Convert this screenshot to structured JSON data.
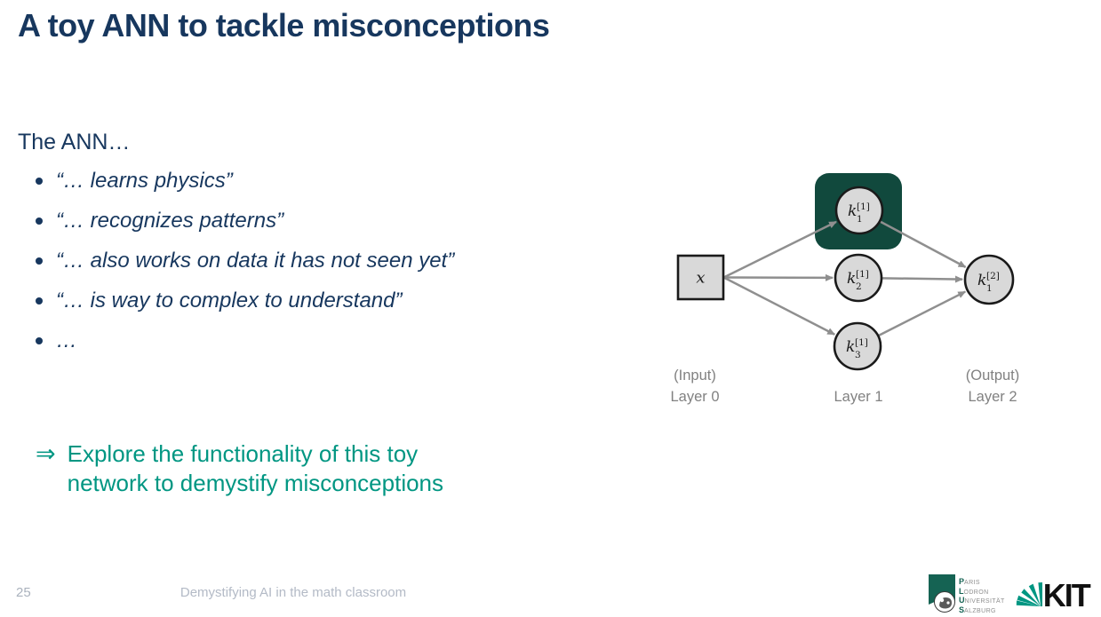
{
  "slide": {
    "title": "A toy ANN to tackle misconceptions",
    "intro": "The ANN…",
    "bullets": [
      "“… learns physics”",
      "“… recognizes patterns”",
      "“… also works on data it has not seen yet”",
      "“… is way to complex to understand”",
      "…"
    ],
    "conclusion": {
      "arrow": "⇒",
      "lines": [
        "Explore the functionality of this toy",
        "network to demystify misconceptions"
      ]
    }
  },
  "diagram": {
    "input_node": {
      "label": "x"
    },
    "hidden_nodes": [
      {
        "base": "k",
        "sub": "1",
        "sup": "[1]",
        "highlighted": true
      },
      {
        "base": "k",
        "sub": "2",
        "sup": "[1]",
        "highlighted": false
      },
      {
        "base": "k",
        "sub": "3",
        "sup": "[1]",
        "highlighted": false
      }
    ],
    "output_node": {
      "base": "k",
      "sub": "1",
      "sup": "[2]"
    },
    "layer_labels": [
      {
        "top": "(Input)",
        "bottom": "Layer 0"
      },
      {
        "top": "",
        "bottom": "Layer 1"
      },
      {
        "top": "(Output)",
        "bottom": "Layer 2"
      }
    ],
    "colors": {
      "highlight": "#11493d",
      "node_fill": "#d9d9d9",
      "node_border": "#1a1a1a",
      "edge": "#8f8f8f",
      "label": "#818181"
    }
  },
  "footer": {
    "page_number": "25",
    "caption": "Demystifying AI in the math classroom",
    "plus_logo": {
      "lines": [
        {
          "initial": "P",
          "rest": "ARIS"
        },
        {
          "initial": "L",
          "rest": "ODRON"
        },
        {
          "initial": "U",
          "rest": "NIVERSITÄT"
        },
        {
          "initial": "S",
          "rest": "ALZBURG"
        }
      ]
    },
    "kit_logo": {
      "text": "KIT"
    }
  },
  "colors": {
    "title": "#17375e",
    "body_text": "#17375e",
    "accent_teal": "#009682",
    "diagram_highlight": "#11493d",
    "footer_text": "#b3bac6"
  }
}
